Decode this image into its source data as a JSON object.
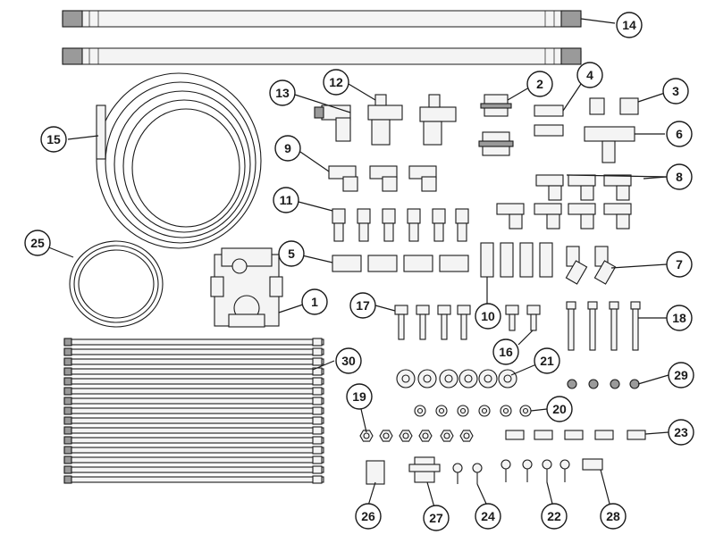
{
  "callouts": [
    {
      "id": "1",
      "label": "1"
    },
    {
      "id": "2",
      "label": "2"
    },
    {
      "id": "3",
      "label": "3"
    },
    {
      "id": "4",
      "label": "4"
    },
    {
      "id": "5",
      "label": "5"
    },
    {
      "id": "6",
      "label": "6"
    },
    {
      "id": "7",
      "label": "7"
    },
    {
      "id": "8",
      "label": "8"
    },
    {
      "id": "9",
      "label": "9"
    },
    {
      "id": "10",
      "label": "10"
    },
    {
      "id": "11",
      "label": "11"
    },
    {
      "id": "12",
      "label": "12"
    },
    {
      "id": "13",
      "label": "13"
    },
    {
      "id": "14",
      "label": "14"
    },
    {
      "id": "15",
      "label": "15"
    },
    {
      "id": "16",
      "label": "16"
    },
    {
      "id": "17",
      "label": "17"
    },
    {
      "id": "18",
      "label": "18"
    },
    {
      "id": "19",
      "label": "19"
    },
    {
      "id": "20",
      "label": "20"
    },
    {
      "id": "21",
      "label": "21"
    },
    {
      "id": "22",
      "label": "22"
    },
    {
      "id": "23",
      "label": "23"
    },
    {
      "id": "24",
      "label": "24"
    },
    {
      "id": "25",
      "label": "25"
    },
    {
      "id": "26",
      "label": "26"
    },
    {
      "id": "27",
      "label": "27"
    },
    {
      "id": "28",
      "label": "28"
    },
    {
      "id": "29",
      "label": "29"
    },
    {
      "id": "30",
      "label": "30"
    }
  ],
  "colors": {
    "ink": "#1a1a1a",
    "background": "#ffffff",
    "part_fill": "#f4f4f4"
  }
}
